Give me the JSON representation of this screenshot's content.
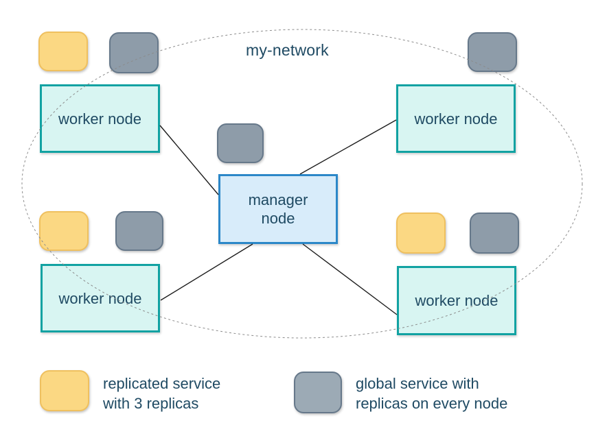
{
  "network": {
    "label": "my-network"
  },
  "nodes": {
    "manager": {
      "label": "manager node",
      "line1": "manager",
      "line2": "node"
    },
    "workers": [
      {
        "id": "top-left",
        "label": "worker node"
      },
      {
        "id": "top-right",
        "label": "worker node"
      },
      {
        "id": "bottom-left",
        "label": "worker node"
      },
      {
        "id": "bottom-right",
        "label": "worker node"
      }
    ]
  },
  "legend": {
    "replicated": {
      "line1": "replicated service",
      "line2": "with 3 replicas"
    },
    "global": {
      "line1": "global service with",
      "line2": "replicas on every node"
    }
  },
  "icons": {
    "replicated_service": "yellow-rounded-rectangle",
    "global_service": "gray-rounded-rectangle"
  },
  "colors": {
    "background": "#ffffff",
    "text": "#1f4a63",
    "worker_fill": "#d8f5f2",
    "worker_border": "#11a2a2",
    "manager_fill": "#d8ecfa",
    "manager_border": "#2b87c8",
    "replicated_fill": "#fbd883",
    "replicated_border": "#efc05f",
    "global_fill": "#8e9ca9",
    "global_border": "#66788a",
    "legend_global_fill": "#9caab5",
    "ellipse_stroke": "#8b8b8b",
    "line_stroke": "#1c1c1c"
  }
}
